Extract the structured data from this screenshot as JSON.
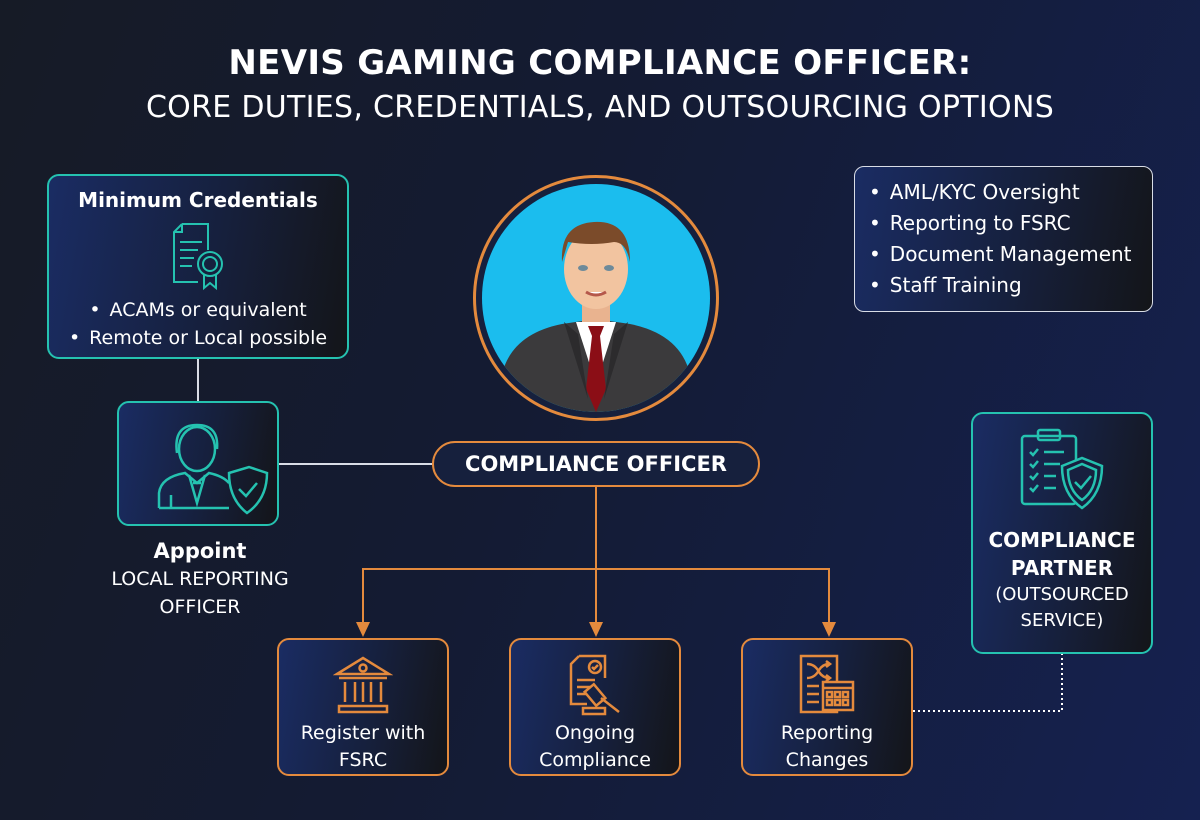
{
  "title": {
    "line1": "NEVIS GAMING COMPLIANCE OFFICER:",
    "line2": "CORE DUTIES, CREDENTIALS, AND OUTSOURCING OPTIONS"
  },
  "credentials": {
    "heading": "Minimum Credentials",
    "icon": "certificate-icon",
    "items": [
      "ACAMs or equivalent",
      "Remote or Local possible"
    ]
  },
  "duties": {
    "items": [
      "AML/KYC Oversight",
      "Reporting to FSRC",
      "Document Management",
      "Staff Training"
    ]
  },
  "center": {
    "icon": "businessman-portrait",
    "label": "COMPLIANCE OFFICER"
  },
  "appoint": {
    "icon": "officer-shield-icon",
    "heading": "Appoint",
    "subtitle": "LOCAL REPORTING OFFICER"
  },
  "tasks": [
    {
      "icon": "bank-icon",
      "label": "Register with FSRC"
    },
    {
      "icon": "document-gavel-icon",
      "label": "Ongoing Compliance"
    },
    {
      "icon": "document-calendar-icon",
      "label": "Reporting Changes"
    }
  ],
  "partner": {
    "icon": "clipboard-shield-icon",
    "heading": "COMPLIANCE PARTNER",
    "subtitle": "(OUTSOURCED SERVICE)"
  },
  "colors": {
    "teal": "#25c2b0",
    "orange": "#e48a3d",
    "background": "#141b33",
    "portrait_bg": "#1bbdee"
  }
}
